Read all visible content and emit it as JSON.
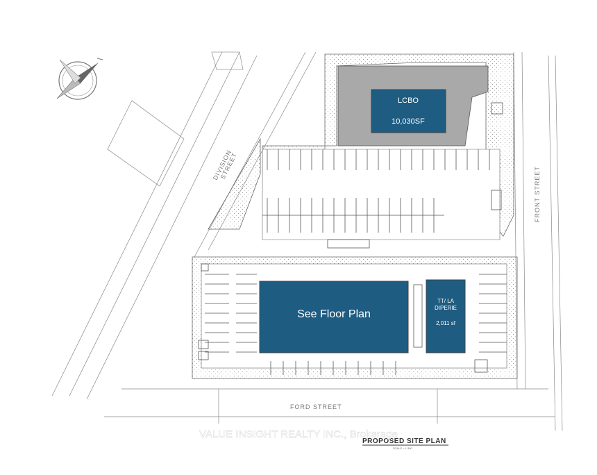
{
  "buildings": {
    "lcbo": {
      "name": "LCBO",
      "area": "10,030SF"
    },
    "main": {
      "label": "See Floor Plan"
    },
    "tenant": {
      "name_line1": "TT/ LA",
      "name_line2": "DIPERIE",
      "area": "2,011 sf"
    }
  },
  "streets": {
    "division": {
      "line1": "DIVISION",
      "line2": "STREET"
    },
    "front": "FRONT STREET",
    "ford": "FORD STREET"
  },
  "plan_title": "PROPOSED SITE PLAN",
  "scale_note": "SCALE = 1:300",
  "watermark": "VALUE INSIGHT REALTY INC., Brokerage",
  "colors": {
    "building_fill": "#1e5c82",
    "lcbo_surround": "#a9a9a9",
    "linework": "#555555"
  },
  "icons": {
    "north_arrow": "compass-north-arrow-icon"
  }
}
